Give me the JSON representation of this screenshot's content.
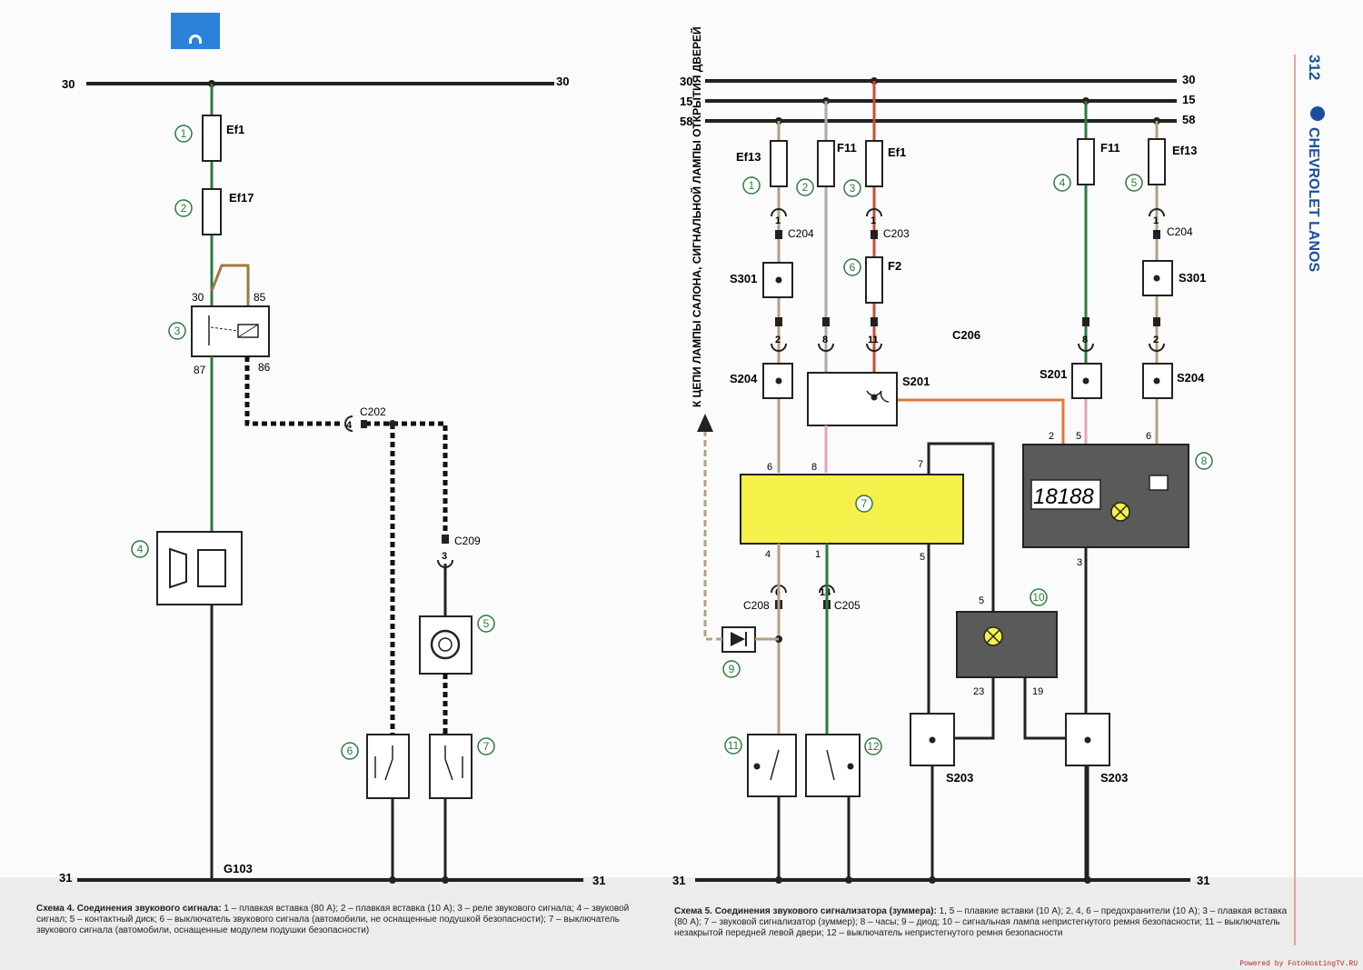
{
  "page_number": "312",
  "book_title": "CHEVROLET LANOS",
  "powered": "Powered by FotoHostingTV.RU",
  "colors": {
    "blue": "#2a83d8",
    "green": "#2c7a3e",
    "black": "#1a1a1a",
    "orange": "#e07a3a",
    "yellow": "#f5f04a",
    "gray_block": "#5a5a5a"
  },
  "diagram4": {
    "bus_top_left": "30",
    "bus_top_right": "30",
    "bus_bottom_left": "31",
    "bus_bottom_right": "31",
    "fuse1": "Ef1",
    "fuse2": "Ef17",
    "relay_pin30": "30",
    "relay_pin85": "85",
    "relay_pin87": "87",
    "relay_pin86": "86",
    "connector_c202": "C202",
    "c202_pin": "4",
    "connector_c209": "C209",
    "c209_pin": "3",
    "ground": "G103",
    "callouts": [
      "1",
      "2",
      "3",
      "4",
      "5",
      "6",
      "7"
    ],
    "caption_title": "Схема 4. Соединения звукового сигнала:",
    "caption_text": " 1 – плавкая вставка (80 А); 2 – плавкая вставка (10 А); 3 – реле звукового сигнала; 4 – звуковой сигнал; 5 – контактный диск; 6 – выключатель звукового сигнала (автомобили, не оснащенные подушкой безопасности); 7 – выключатель звукового сигнала (автомобили, оснащенные модулем подушки безопасности)"
  },
  "diagram5": {
    "bus_labels_left": [
      "30",
      "15",
      "58"
    ],
    "bus_labels_right": [
      "30",
      "15",
      "58"
    ],
    "bus_bottom_left": "31",
    "bus_bottom_right": "31",
    "fuses": [
      "Ef13",
      "F11",
      "Ef1",
      "F11",
      "Ef13",
      "F2"
    ],
    "connectors": [
      "C204",
      "C203",
      "C204",
      "C206",
      "C208",
      "C205"
    ],
    "splices": [
      "S301",
      "S204",
      "S201",
      "S201",
      "S301",
      "S204",
      "S203",
      "S203"
    ],
    "pins": [
      "1",
      "1",
      "1",
      "2",
      "8",
      "11",
      "8",
      "2",
      "6",
      "8",
      "7",
      "2",
      "5",
      "6",
      "4",
      "1",
      "5",
      "3",
      "6",
      "14",
      "5",
      "23",
      "19"
    ],
    "clock_display": "18188",
    "callouts": [
      "1",
      "2",
      "3",
      "4",
      "5",
      "6",
      "7",
      "8",
      "9",
      "10",
      "11",
      "12"
    ],
    "vertical_note": "К ЦЕПИ ЛАМПЫ САЛОНА, СИГНАЛЬНОЙ ЛАМПЫ ОТКРЫТИЯ ДВЕРЕЙ",
    "caption_title": "Схема 5. Соединения звукового сигнализатора (зуммера):",
    "caption_text": " 1, 5 – плавкие вставки (10 А); 2, 4, 6 – предохранители (10 А); 3 – плавкая вставка (80 А); 7 – звуковой сигнализатор (зуммер); 8 – часы; 9 – диод; 10 – сигнальная лампа непристегнутого ремня безопасности; 11 – выключатель незакрытой передней левой двери; 12 – выключатель непристегнутого ремня безопасности"
  }
}
